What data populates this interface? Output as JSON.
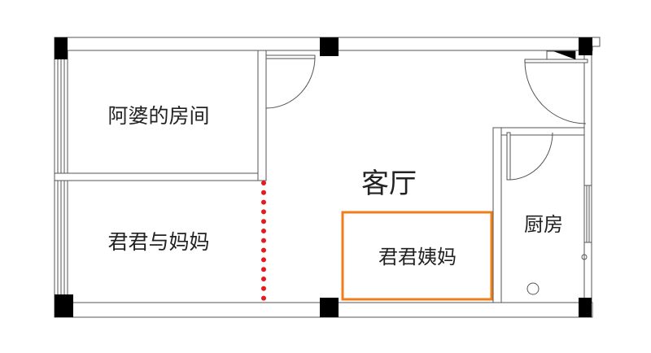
{
  "rooms": {
    "grandma_room": "阿婆的房间",
    "junjun_mom_room": "君君与妈妈",
    "living_room": "客厅",
    "aunt_area": "君君姨妈",
    "kitchen": "厨房"
  },
  "colors": {
    "highlight": "#f07d1a",
    "partition_dots": "#e8191b",
    "pillar": "#000000",
    "wall_line": "#555555"
  }
}
